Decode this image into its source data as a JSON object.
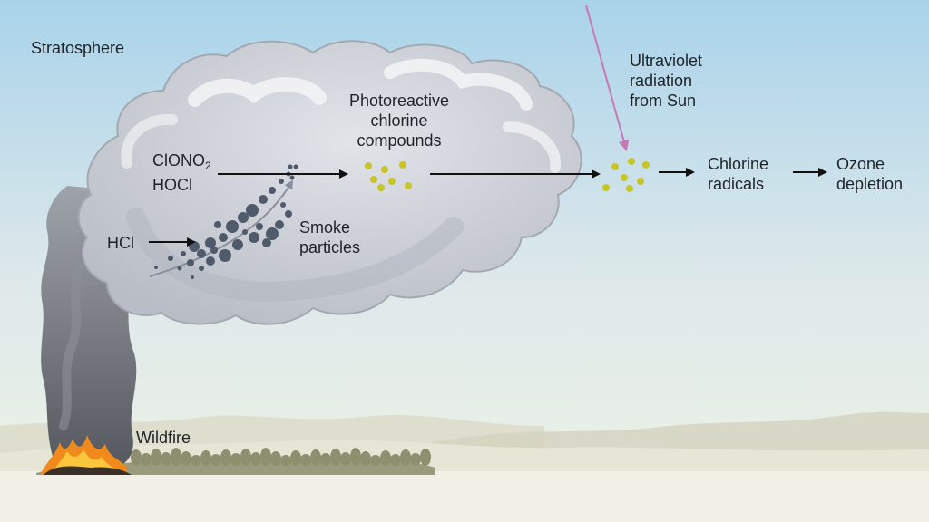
{
  "labels": {
    "stratosphere": "Stratosphere",
    "wildfire": "Wildfire",
    "clono2_main": "ClONO",
    "clono2_sub": "2",
    "hocl": "HOCl",
    "hcl": "HCl",
    "smoke": [
      "Smoke",
      "particles"
    ],
    "photoreactive": [
      "Photoreactive",
      "chlorine",
      "compounds"
    ],
    "uv": [
      "Ultraviolet",
      "radiation",
      "from Sun"
    ],
    "chlorine_radicals": [
      "Chlorine",
      "radicals"
    ],
    "ozone": [
      "Ozone",
      "depletion"
    ]
  },
  "colors": {
    "sky_top": "#a9d3ea",
    "sky_bottom": "#eef2e6",
    "cloud": "#c9ccd3",
    "cloud_highlight": "#e4e7ec",
    "plume": "#6f7278",
    "particle": "#4f5a6b",
    "chlorine_dot": "#c8c528",
    "uv_arrow": "#c878b4",
    "fire": "#f08a1c",
    "arrow": "#111111"
  },
  "icons": [
    "uv-arrow-icon",
    "fire-icon",
    "tree-line-icon"
  ]
}
